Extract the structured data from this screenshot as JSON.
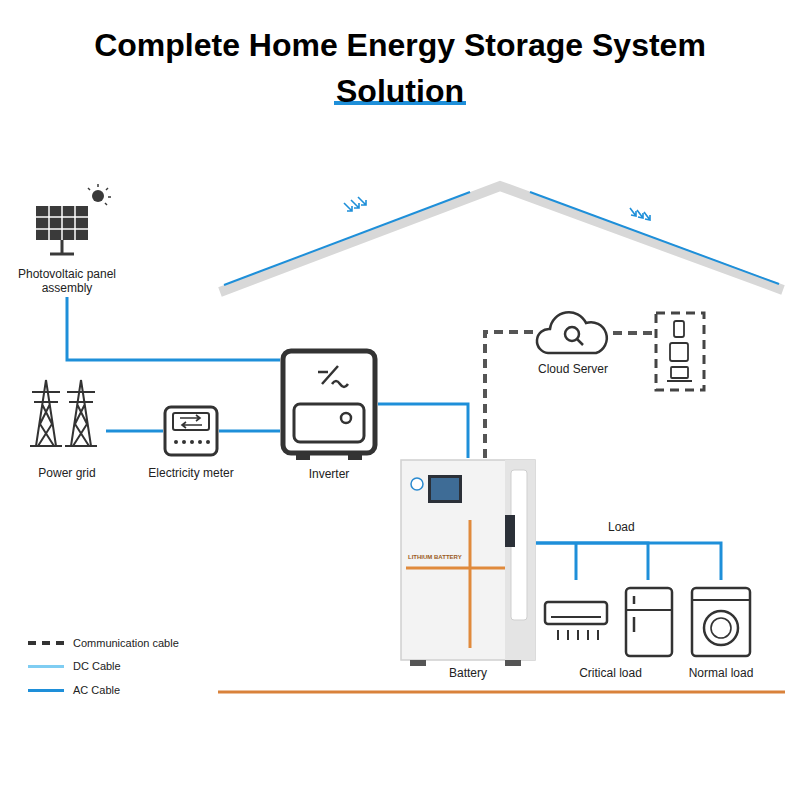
{
  "diagram": {
    "title": "Complete Home Energy Storage System Solution",
    "nodes": [
      {
        "text": [
          "Photovoltaic panel assembly"
        ]
      },
      {
        "text": [
          "Power grid"
        ]
      },
      {
        "text": [
          "Electricity meter"
        ]
      },
      {
        "text": [
          "Inverter"
        ]
      },
      {
        "text": [
          "Cloud Server"
        ]
      },
      {
        "text": [
          "Battery"
        ]
      },
      {
        "text": [
          "Critical load"
        ]
      },
      {
        "text": [
          "Normal load"
        ]
      }
    ],
    "edges": [
      {
        "from": 0,
        "to": 3,
        "arrow": "none"
      },
      {
        "from": 1,
        "to": 2,
        "arrow": "none"
      },
      {
        "from": 2,
        "to": 3,
        "arrow": "none"
      },
      {
        "from": 3,
        "to": 5,
        "arrow": "none"
      },
      {
        "from": 5,
        "to": 4,
        "arrow": "none"
      },
      {
        "from": 5,
        "to": 6,
        "arrow": "none"
      },
      {
        "from": 5,
        "to": 7,
        "arrow": "none"
      }
    ],
    "labels": [
      "Load",
      "LITHIUM BATTERY"
    ],
    "legend": [
      {
        "text": "Communication cable"
      },
      {
        "text": "DC Cable",
        "color": "#7fcdf2"
      },
      {
        "text": "AC Cable",
        "color": "#1e8fd9"
      }
    ]
  }
}
